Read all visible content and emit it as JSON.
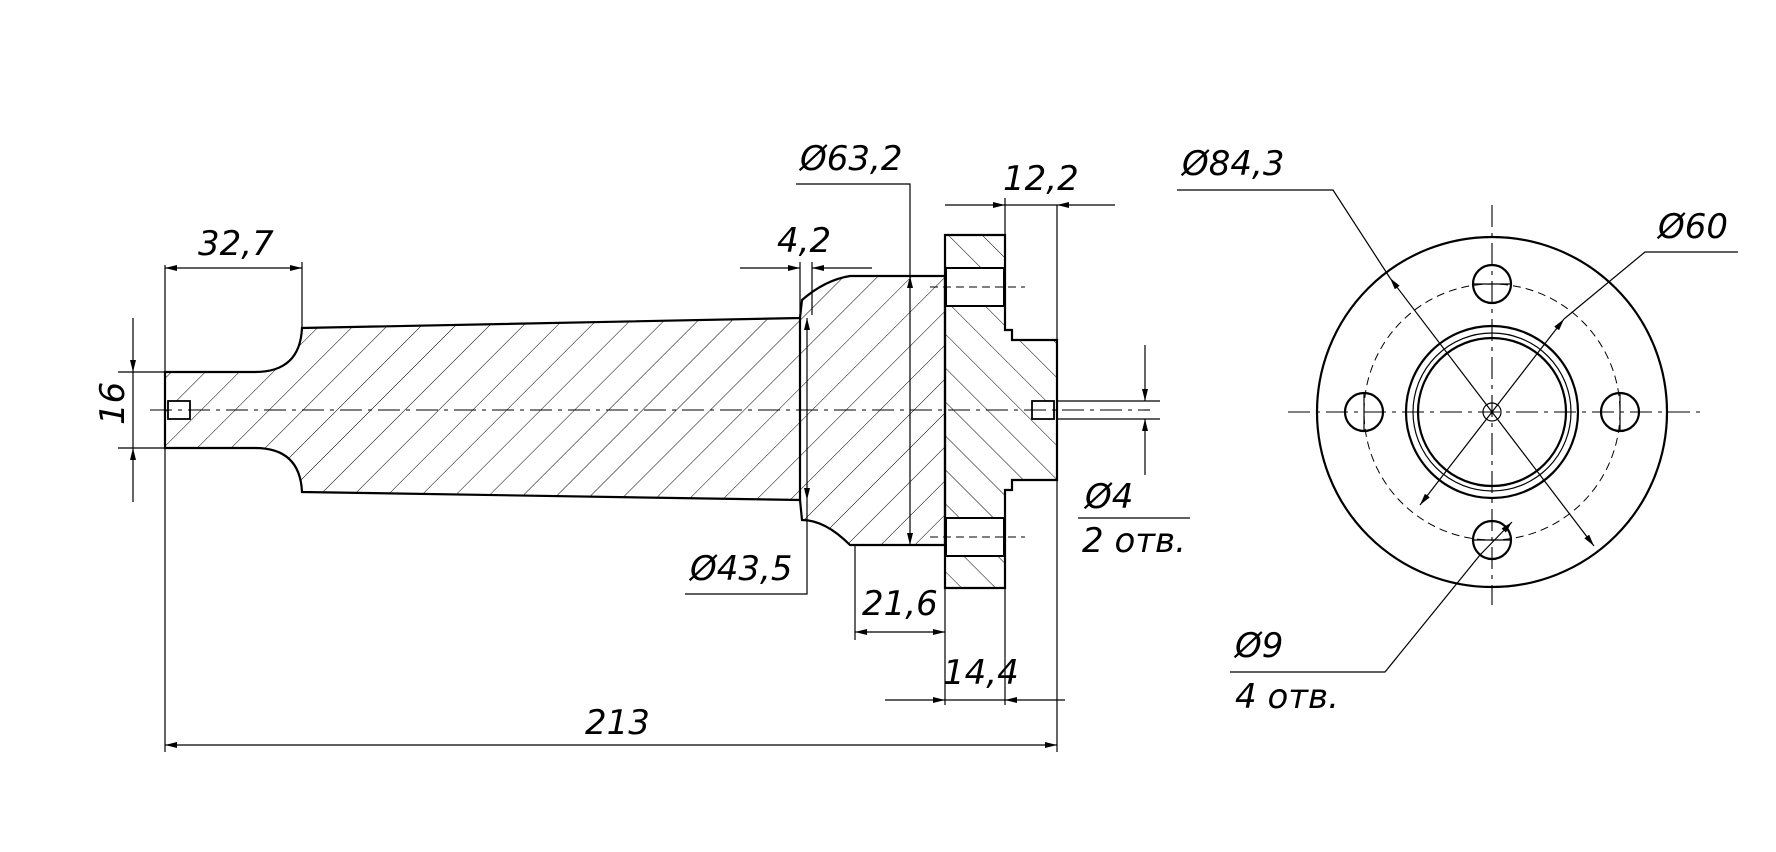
{
  "dimensions": {
    "d_63_2": "Ø63,2",
    "d_12_2": "12,2",
    "d_4_2": "4,2",
    "d_32_7": "32,7",
    "d_16": "16",
    "d_43_5": "Ø43,5",
    "d_21_6": "21,6",
    "d_14_4": "14,4",
    "d_213": "213",
    "d_4_hole": "Ø4",
    "d_4_hole_note": "2 отв.",
    "d_84_3": "Ø84,3",
    "d_60": "Ø60",
    "d_9_hole": "Ø9",
    "d_9_hole_note": "4 отв."
  }
}
